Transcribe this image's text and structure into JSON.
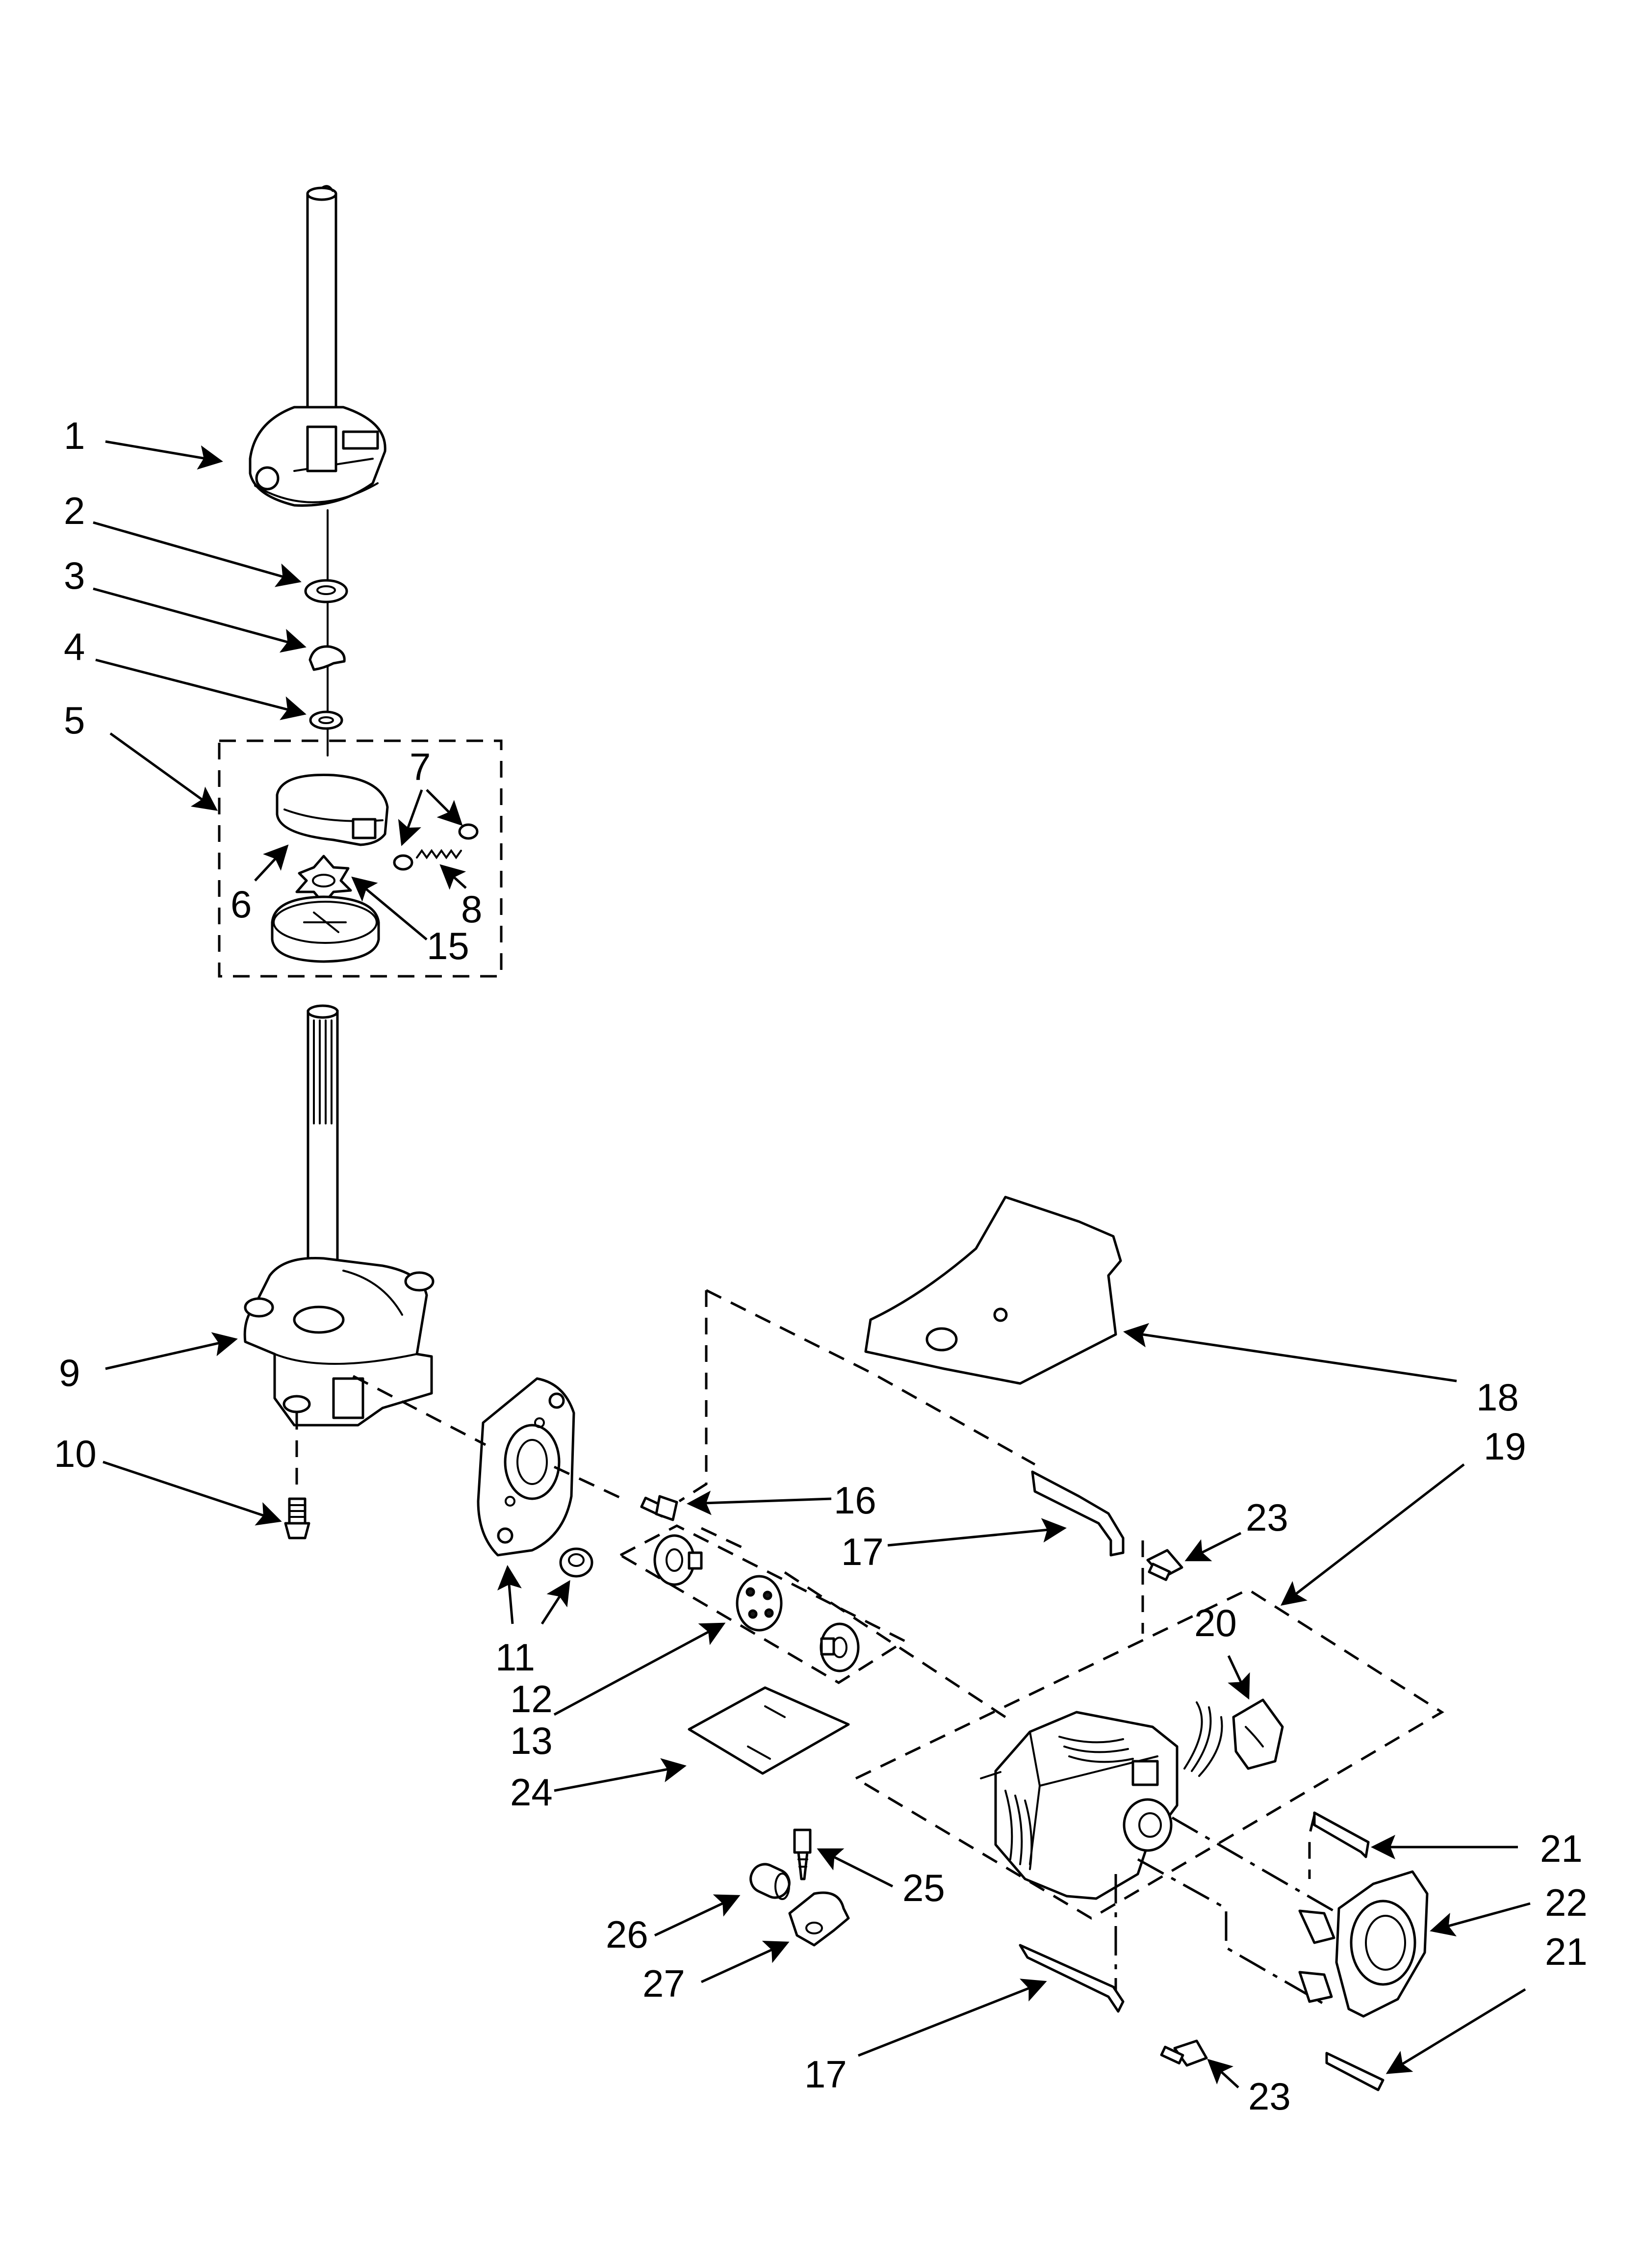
{
  "diagram": {
    "callouts": [
      {
        "id": "c1",
        "text": "1"
      },
      {
        "id": "c2",
        "text": "2"
      },
      {
        "id": "c3",
        "text": "3"
      },
      {
        "id": "c4",
        "text": "4"
      },
      {
        "id": "c5",
        "text": "5"
      },
      {
        "id": "c6",
        "text": "6"
      },
      {
        "id": "c7",
        "text": "7"
      },
      {
        "id": "c8",
        "text": "8"
      },
      {
        "id": "c9",
        "text": "9"
      },
      {
        "id": "c10",
        "text": "10"
      },
      {
        "id": "c11",
        "text": "11"
      },
      {
        "id": "c12",
        "text": "12"
      },
      {
        "id": "c13",
        "text": "13"
      },
      {
        "id": "c15",
        "text": "15"
      },
      {
        "id": "c16",
        "text": "16"
      },
      {
        "id": "c17a",
        "text": "17"
      },
      {
        "id": "c17b",
        "text": "17"
      },
      {
        "id": "c18",
        "text": "18"
      },
      {
        "id": "c19",
        "text": "19"
      },
      {
        "id": "c20",
        "text": "20"
      },
      {
        "id": "c21a",
        "text": "21"
      },
      {
        "id": "c21b",
        "text": "21"
      },
      {
        "id": "c22",
        "text": "22"
      },
      {
        "id": "c23a",
        "text": "23"
      },
      {
        "id": "c23b",
        "text": "23"
      },
      {
        "id": "c24",
        "text": "24"
      },
      {
        "id": "c25",
        "text": "25"
      },
      {
        "id": "c26",
        "text": "26"
      },
      {
        "id": "c27",
        "text": "27"
      }
    ]
  }
}
